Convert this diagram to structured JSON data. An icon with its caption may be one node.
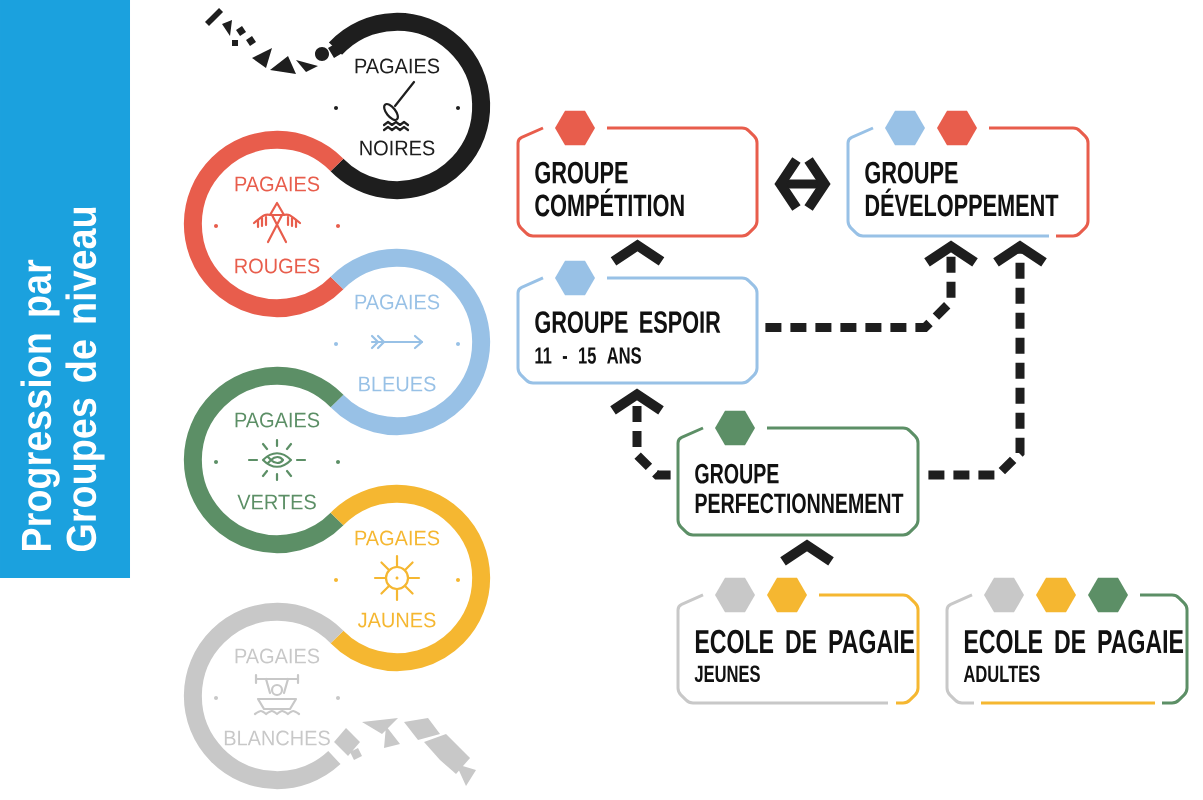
{
  "diagram": {
    "title": "Progression par Groupes de niveau",
    "nodes": [
      {
        "text": [
          "PAGAIES",
          "NOIRES"
        ]
      },
      {
        "text": [
          "PAGAIES",
          "ROUGES"
        ]
      },
      {
        "text": [
          "PAGAIES",
          "BLEUES"
        ]
      },
      {
        "text": [
          "PAGAIES",
          "VERTES"
        ]
      },
      {
        "text": [
          "PAGAIES",
          "JAUNES"
        ]
      },
      {
        "text": [
          "PAGAIES",
          "BLANCHES"
        ]
      },
      {
        "text": [
          "GROUPE COMPÉTITION"
        ]
      },
      {
        "text": [
          "GROUPE DÉVELOPPEMENT"
        ]
      },
      {
        "text": [
          "GROUPE ESPOIR",
          "11 - 15 ANS"
        ]
      },
      {
        "text": [
          "GROUPE PERFECTIONNEMENT"
        ]
      },
      {
        "text": [
          "ECOLE DE PAGAIE",
          "JEUNES"
        ]
      },
      {
        "text": [
          "ECOLE DE PAGAIE",
          "ADULTES"
        ]
      }
    ],
    "edges": [
      {
        "from": 6,
        "to": 7,
        "arrow": "both"
      },
      {
        "from": 8,
        "to": 6,
        "arrow": "to"
      },
      {
        "from": 8,
        "to": 7,
        "arrow": "to",
        "style": "dashed"
      },
      {
        "from": 9,
        "to": 8,
        "arrow": "to",
        "style": "dashed"
      },
      {
        "from": 9,
        "to": 7,
        "arrow": "to",
        "style": "dashed"
      },
      {
        "from": 10,
        "to": 9,
        "arrow": "to"
      }
    ]
  }
}
